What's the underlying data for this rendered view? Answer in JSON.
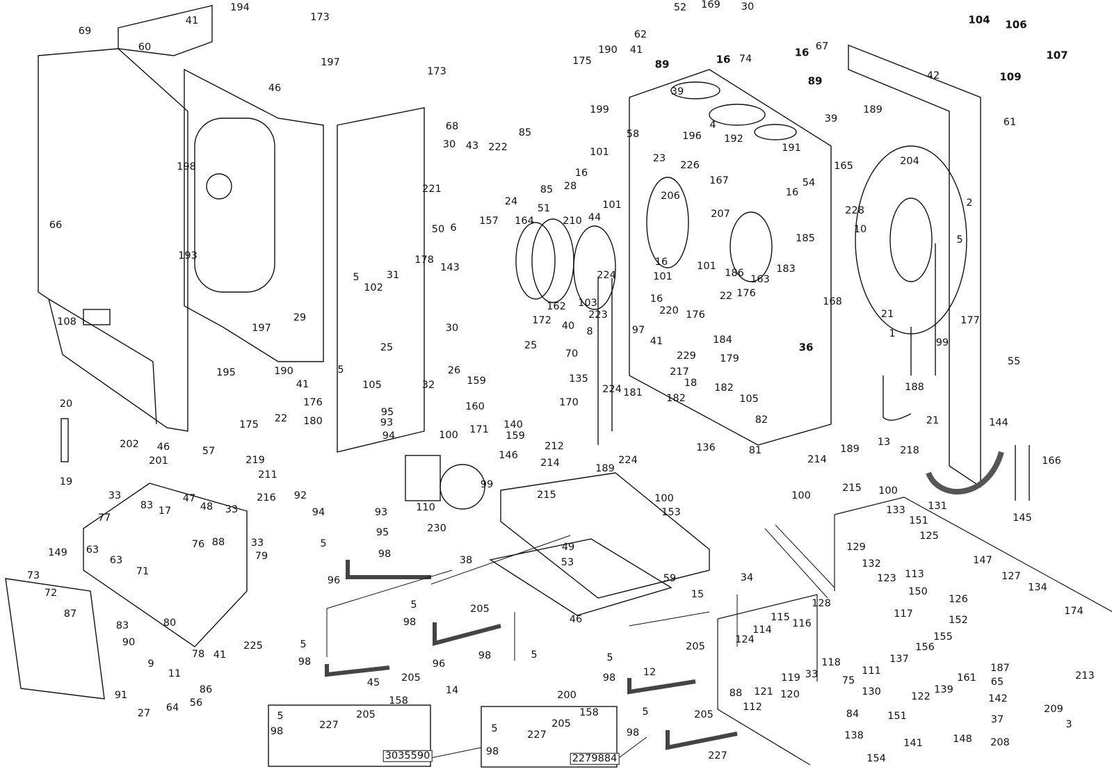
{
  "diagram": {
    "type": "exploded-parts-diagram",
    "line_color": "#111111",
    "background": "#ffffff",
    "labels": [
      "69",
      "41",
      "194",
      "173",
      "60",
      "197",
      "46",
      "66",
      "198",
      "193",
      "108",
      "197",
      "173",
      "68",
      "30",
      "43",
      "222",
      "85",
      "221",
      "24",
      "85",
      "5",
      "102",
      "31",
      "29",
      "25",
      "50",
      "6",
      "178",
      "143",
      "157",
      "164",
      "51",
      "28",
      "210",
      "44",
      "162",
      "103",
      "30",
      "26",
      "32",
      "159",
      "172",
      "25",
      "40",
      "8",
      "70",
      "135",
      "160",
      "171",
      "140",
      "159",
      "170",
      "146",
      "100",
      "99",
      "110",
      "230",
      "5",
      "105",
      "195",
      "190",
      "41",
      "176",
      "180",
      "95",
      "93",
      "94",
      "22",
      "175",
      "211",
      "216",
      "92",
      "94",
      "93",
      "95",
      "5",
      "98",
      "38",
      "96",
      "20",
      "46",
      "57",
      "219",
      "202",
      "201",
      "19",
      "33",
      "33",
      "83",
      "17",
      "47",
      "48",
      "77",
      "76",
      "88",
      "33",
      "79",
      "149",
      "63",
      "63",
      "71",
      "73",
      "72",
      "87",
      "83",
      "80",
      "78",
      "41",
      "225",
      "90",
      "9",
      "11",
      "86",
      "91",
      "27",
      "64",
      "56",
      "5",
      "98",
      "45",
      "205",
      "5",
      "98",
      "205",
      "96",
      "98",
      "5",
      "14",
      "200",
      "46",
      "49",
      "53",
      "59",
      "15",
      "205",
      "5",
      "98",
      "12",
      "34",
      "5",
      "98",
      "205",
      "227",
      "5",
      "98",
      "227",
      "205",
      "158",
      "3035590",
      "5",
      "98",
      "227",
      "205",
      "158",
      "2279884",
      "212",
      "214",
      "215",
      "189",
      "224",
      "224",
      "100",
      "136",
      "153",
      "100",
      "13",
      "214",
      "189",
      "215",
      "100",
      "52",
      "169",
      "30",
      "62",
      "67",
      "74",
      "190",
      "41",
      "175",
      "89",
      "16",
      "39",
      "199",
      "16",
      "89",
      "39",
      "4",
      "58",
      "196",
      "192",
      "191",
      "23",
      "226",
      "101",
      "16",
      "165",
      "54",
      "16",
      "206",
      "167",
      "101",
      "207",
      "228",
      "185",
      "16",
      "101",
      "186",
      "163",
      "183",
      "224",
      "101",
      "16",
      "223",
      "220",
      "97",
      "41",
      "176",
      "176",
      "22",
      "184",
      "179",
      "229",
      "217",
      "18",
      "181",
      "182",
      "105",
      "182",
      "36",
      "82",
      "81",
      "168",
      "204",
      "2",
      "10",
      "5",
      "189",
      "42",
      "61",
      "104",
      "106",
      "107",
      "109",
      "21",
      "177",
      "1",
      "99",
      "55",
      "188",
      "21",
      "144",
      "218",
      "166",
      "145",
      "131",
      "133",
      "151",
      "125",
      "129",
      "132",
      "147",
      "123",
      "113",
      "127",
      "150",
      "126",
      "134",
      "174",
      "152",
      "128",
      "117",
      "115",
      "116",
      "114",
      "124",
      "156",
      "155",
      "33",
      "118",
      "119",
      "120",
      "121",
      "88",
      "111",
      "75",
      "137",
      "161",
      "187",
      "65",
      "213",
      "130",
      "122",
      "139",
      "142",
      "209",
      "112",
      "84",
      "151",
      "37",
      "3",
      "138",
      "141",
      "148",
      "208",
      "154"
    ]
  }
}
